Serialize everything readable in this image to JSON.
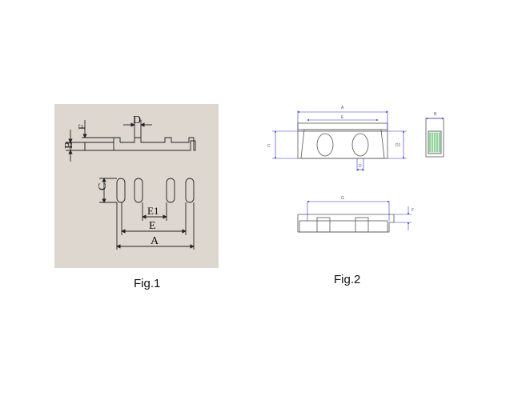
{
  "figure1": {
    "caption": "Fig.1",
    "labels": {
      "A": "A",
      "B": "B",
      "C": "C",
      "D": "D",
      "E": "E",
      "E1": "E1",
      "F": "F"
    }
  },
  "figure2": {
    "caption": "Fig.2",
    "labels": {
      "A": "A",
      "B": "B",
      "C": "C",
      "D": "D",
      "D1": "D1",
      "E": "E",
      "F": "F",
      "G": "G"
    },
    "colors": {
      "dimension": "#3333cc",
      "outline": "#555555",
      "accent": "#33aa44",
      "background": "#ffffff"
    }
  },
  "colors": {
    "fig1_background": "#ddd7d0",
    "line": "#222222"
  }
}
